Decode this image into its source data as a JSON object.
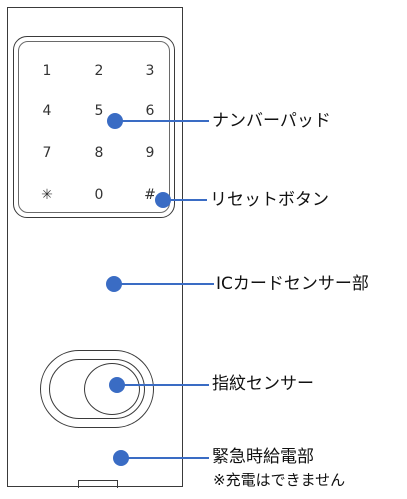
{
  "keypad": {
    "keys": [
      "1",
      "2",
      "3",
      "4",
      "5",
      "6",
      "7",
      "8",
      "9",
      "✳",
      "0",
      "#"
    ]
  },
  "labels": {
    "number_pad": "ナンバーパッド",
    "reset_button": "リセットボタン",
    "ic_card_sensor": "ICカードセンサー部",
    "fingerprint_sensor": "指紋センサー",
    "emergency_power": "緊急時給電部",
    "charging_note": "※充電はできません"
  },
  "colors": {
    "callout": "#3a6cc4",
    "outline": "#3a3a3a"
  }
}
